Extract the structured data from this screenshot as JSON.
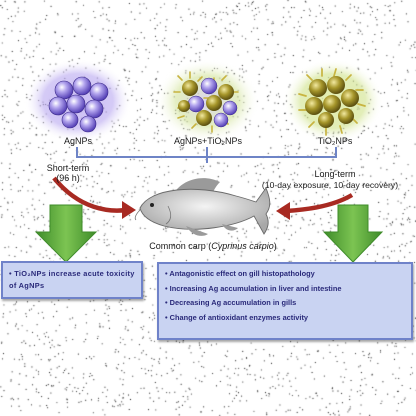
{
  "groups": {
    "agnps": "AgNPs",
    "mixture": "AgNPs+TiO₂NPs",
    "tio2": "TiO₂NPs"
  },
  "exposure": {
    "short_term": "Short-term",
    "short_term_duration": "(96 h)",
    "long_term": "Long-term",
    "long_term_duration": "(10-day exposure, 10-day recovery)"
  },
  "organism": {
    "common_name": "Common carp (",
    "latin_name": "Cyprinus carpio",
    "close": ")"
  },
  "findings": {
    "short_term": [
      "• TiO₂NPs increase acute toxicity of AgNPs"
    ],
    "long_term": [
      "• Antagonistic effect on gill histopathology",
      "• Increasing Ag accumulation in liver and intestine",
      "• Decreasing Ag accumulation in gills",
      "• Change of antioxidant enzymes activity"
    ]
  },
  "colors": {
    "agnp": "#7c66d8",
    "tio2": "#a6962a",
    "glow_purple": "#b9a8f0",
    "glow_green": "#cfe28a",
    "arrow_red": "#a82a22",
    "arrow_green": "#5aa83a",
    "bracket": "#6e84c6",
    "box_fill": "#c9d3f2",
    "box_border": "#6f82c9"
  }
}
